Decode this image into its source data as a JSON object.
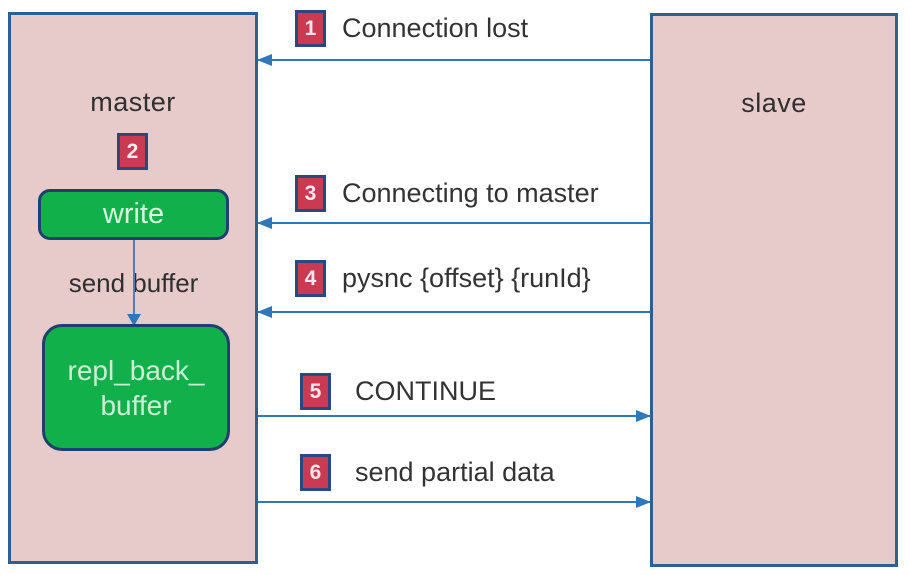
{
  "master": {
    "label": "master",
    "step_badge": "2",
    "write_label": "write",
    "send_buffer_label": "send buffer",
    "backlog_line1": "repl_back_",
    "backlog_line2": "buffer"
  },
  "slave": {
    "label": "slave"
  },
  "messages": [
    {
      "num": "1",
      "label": "Connection lost",
      "direction": "slave-to-master"
    },
    {
      "num": "3",
      "label": "Connecting to master",
      "direction": "slave-to-master"
    },
    {
      "num": "4",
      "label": "pysnc {offset} {runId}",
      "direction": "slave-to-master"
    },
    {
      "num": "5",
      "label": "CONTINUE",
      "direction": "master-to-slave"
    },
    {
      "num": "6",
      "label": "send partial data",
      "direction": "master-to-slave"
    }
  ],
  "colors": {
    "node_fill": "#e7caca",
    "node_border": "#2d5f92",
    "green_fill": "#12b04a",
    "green_border": "#1e3f6f",
    "badge_fill": "#cb3a53",
    "badge_border": "#27497e",
    "arrow_blue": "#2e77b8",
    "text": "#333333"
  }
}
